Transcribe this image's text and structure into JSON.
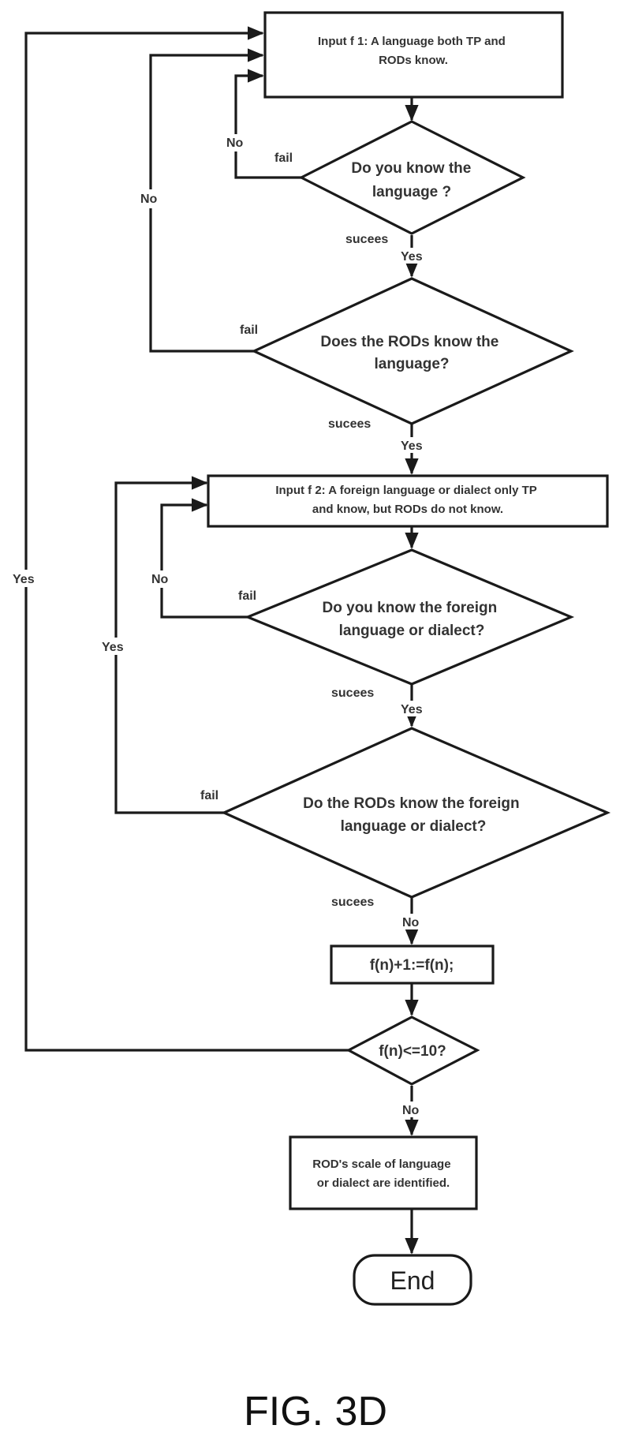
{
  "figure": {
    "caption": "FIG. 3D"
  },
  "nodes": {
    "input1": {
      "type": "process",
      "lines": [
        "Input f 1:  A language both TP and",
        "RODs know."
      ]
    },
    "q_you_know_language": {
      "type": "decision",
      "lines": [
        "Do you know the",
        "language ?"
      ]
    },
    "q_rods_know_language": {
      "type": "decision",
      "lines": [
        "Does the RODs know the",
        "language?"
      ]
    },
    "input2": {
      "type": "process",
      "lines": [
        "Input f 2:  A foreign language or dialect only TP",
        "and know, but RODs do not know."
      ]
    },
    "q_you_know_foreign": {
      "type": "decision",
      "lines": [
        "Do you know the foreign",
        "language or dialect?"
      ]
    },
    "q_rods_know_foreign": {
      "type": "decision",
      "lines": [
        "Do the RODs know the foreign",
        "language or dialect?"
      ]
    },
    "increment": {
      "type": "process",
      "lines": [
        "f(n)+1:=f(n);"
      ]
    },
    "q_limit": {
      "type": "decision",
      "lines": [
        "f(n)<=10?"
      ]
    },
    "result": {
      "type": "process",
      "lines": [
        "ROD's scale of language",
        "or  dialect are identified."
      ]
    },
    "end": {
      "type": "terminator",
      "label": "End"
    }
  },
  "edge_labels": {
    "d1_fail": "fail",
    "d1_no": "No",
    "d1_success": "sucees",
    "d1_yes": "Yes",
    "d2_fail": "fail",
    "d2_no": "No",
    "d2_success": "sucees",
    "d2_yes": "Yes",
    "d3_fail": "fail",
    "d3_no": "No",
    "d3_success": "sucees",
    "d3_yes": "Yes",
    "d4_fail": "fail",
    "d4_yes": "Yes",
    "d4_success": "sucees",
    "d4_no": "No",
    "d5_yes": "Yes",
    "d5_no": "No"
  }
}
